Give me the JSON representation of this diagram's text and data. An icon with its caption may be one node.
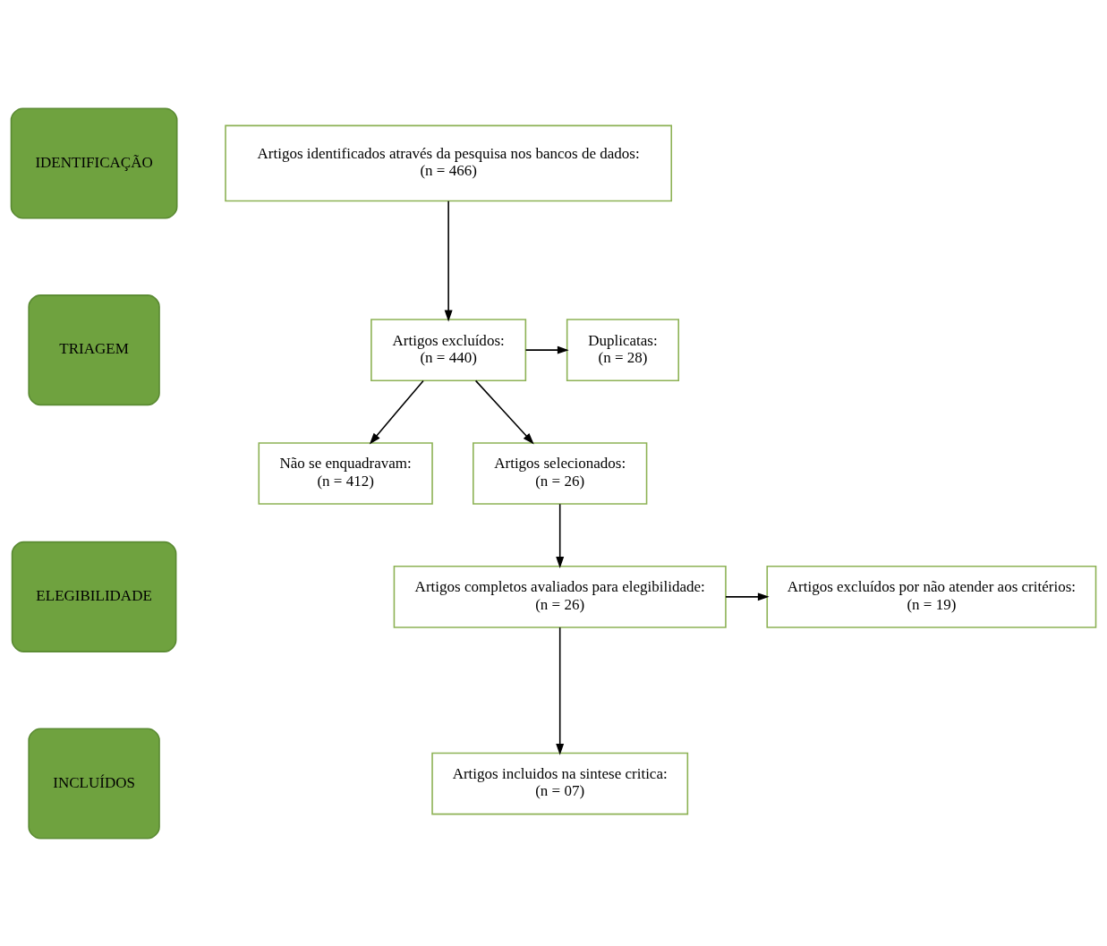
{
  "diagram": {
    "nodes": [
      {
        "text": [
          "IDENTIFICAÇÃO"
        ]
      },
      {
        "text": [
          "TRIAGEM"
        ]
      },
      {
        "text": [
          "ELEGIBILIDADE"
        ]
      },
      {
        "text": [
          "INCLUÍDOS"
        ]
      },
      {
        "text": [
          "Artigos identificados através da pesquisa nos bancos de dados:",
          "(n = 466)"
        ]
      },
      {
        "text": [
          "Artigos excluídos:",
          "(n = 440)"
        ]
      },
      {
        "text": [
          "Duplicatas:",
          "(n = 28)"
        ]
      },
      {
        "text": [
          "Não se enquadravam:",
          "(n = 412)"
        ]
      },
      {
        "text": [
          "Artigos selecionados:",
          "(n = 26)"
        ]
      },
      {
        "text": [
          "Artigos completos avaliados para elegibilidade:",
          "(n = 26)"
        ]
      },
      {
        "text": [
          "Artigos excluídos por não atender aos critérios:",
          "(n = 19)"
        ]
      },
      {
        "text": [
          "Artigos incluidos na sintese critica:",
          "(n = 07)"
        ]
      }
    ],
    "edges": [
      {
        "from": 4,
        "to": 5,
        "arrow": "to"
      },
      {
        "from": 5,
        "to": 6,
        "arrow": "to"
      },
      {
        "from": 5,
        "to": 7,
        "arrow": "to"
      },
      {
        "from": 5,
        "to": 8,
        "arrow": "to"
      },
      {
        "from": 8,
        "to": 9,
        "arrow": "to"
      },
      {
        "from": 9,
        "to": 10,
        "arrow": "to"
      },
      {
        "from": 9,
        "to": 11,
        "arrow": "to"
      }
    ]
  }
}
